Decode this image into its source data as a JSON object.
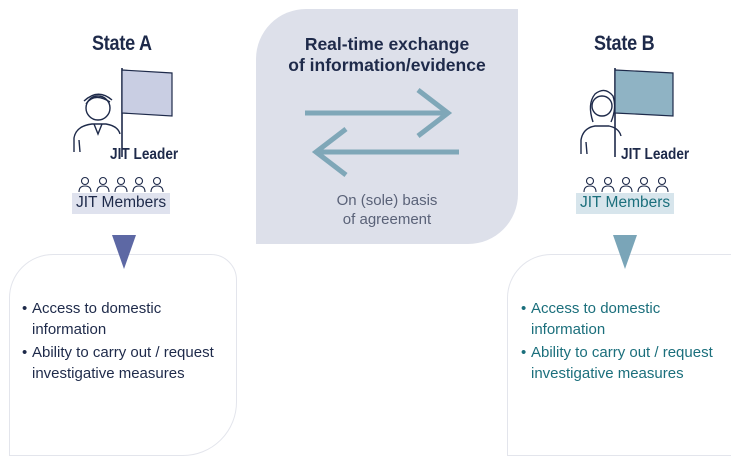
{
  "state_a": {
    "title": "State A",
    "leader": "JIT Leader",
    "members": "JIT Members",
    "bullets": [
      "Access to domestic",
      "information",
      "Ability to carry out / request",
      "investigative measures"
    ]
  },
  "state_b": {
    "title": "State B",
    "leader": "JIT Leader",
    "members": "JIT Members",
    "bullets": [
      "Access to domestic",
      "information",
      "Ability to carry out / request",
      "investigative measures"
    ]
  },
  "exchange": {
    "title_line1": "Real-time exchange",
    "title_line2": "of information/evidence",
    "note_line1": "On (sole) basis",
    "note_line2": "of agreement"
  },
  "colors": {
    "navy": "#1e2a4a",
    "flag_a": "#c9cee3",
    "flag_b": "#8fb3c4",
    "arrow_a": "#5d68a4",
    "arrow_b": "#7aa5b8",
    "exchange_arrows": "#7fa7b8",
    "panel": "#dde0ea",
    "teal_text": "#1b6f7c",
    "members_bg_a": "#dfe2ee",
    "members_bg_b": "#d7e5ec"
  },
  "icons": [
    "flag-icon",
    "male-person-icon",
    "female-person-icon",
    "team-members-icon",
    "exchange-arrows-icon",
    "down-triangle-icon"
  ]
}
